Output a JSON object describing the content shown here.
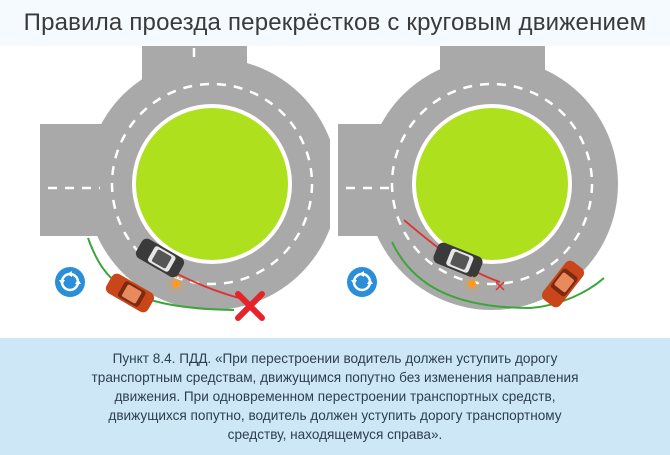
{
  "header": {
    "title": "Правила проезда перекрёстков с круговым движением"
  },
  "diagram": {
    "left_panel": {
      "outcome": "collision-cross-icon"
    },
    "right_panel": {
      "outcome": "no-collision"
    },
    "colors": {
      "road": "#a9a9a9",
      "island": "#aee01e",
      "island_ring": "#ffffff",
      "sign": "#2a8fd8",
      "car_red": "#c8461a",
      "car_grey": "#3a3a3a",
      "path_green": "#3aa63a",
      "path_red": "#e03030",
      "cross": "#e5232b"
    }
  },
  "caption": {
    "line_1": "Пункт 8.4. ПДД. «При перестроении водитель должен уступить дорогу",
    "line_2": "транспортным средствам, движущимся попутно без изменения направления",
    "line_3": "движения. При одновременном перестроении транспортных средств,",
    "line_4": "движущихся попутно, водитель должен уступить дорогу транспортному",
    "line_5": "средству, находящемуся справа»."
  }
}
